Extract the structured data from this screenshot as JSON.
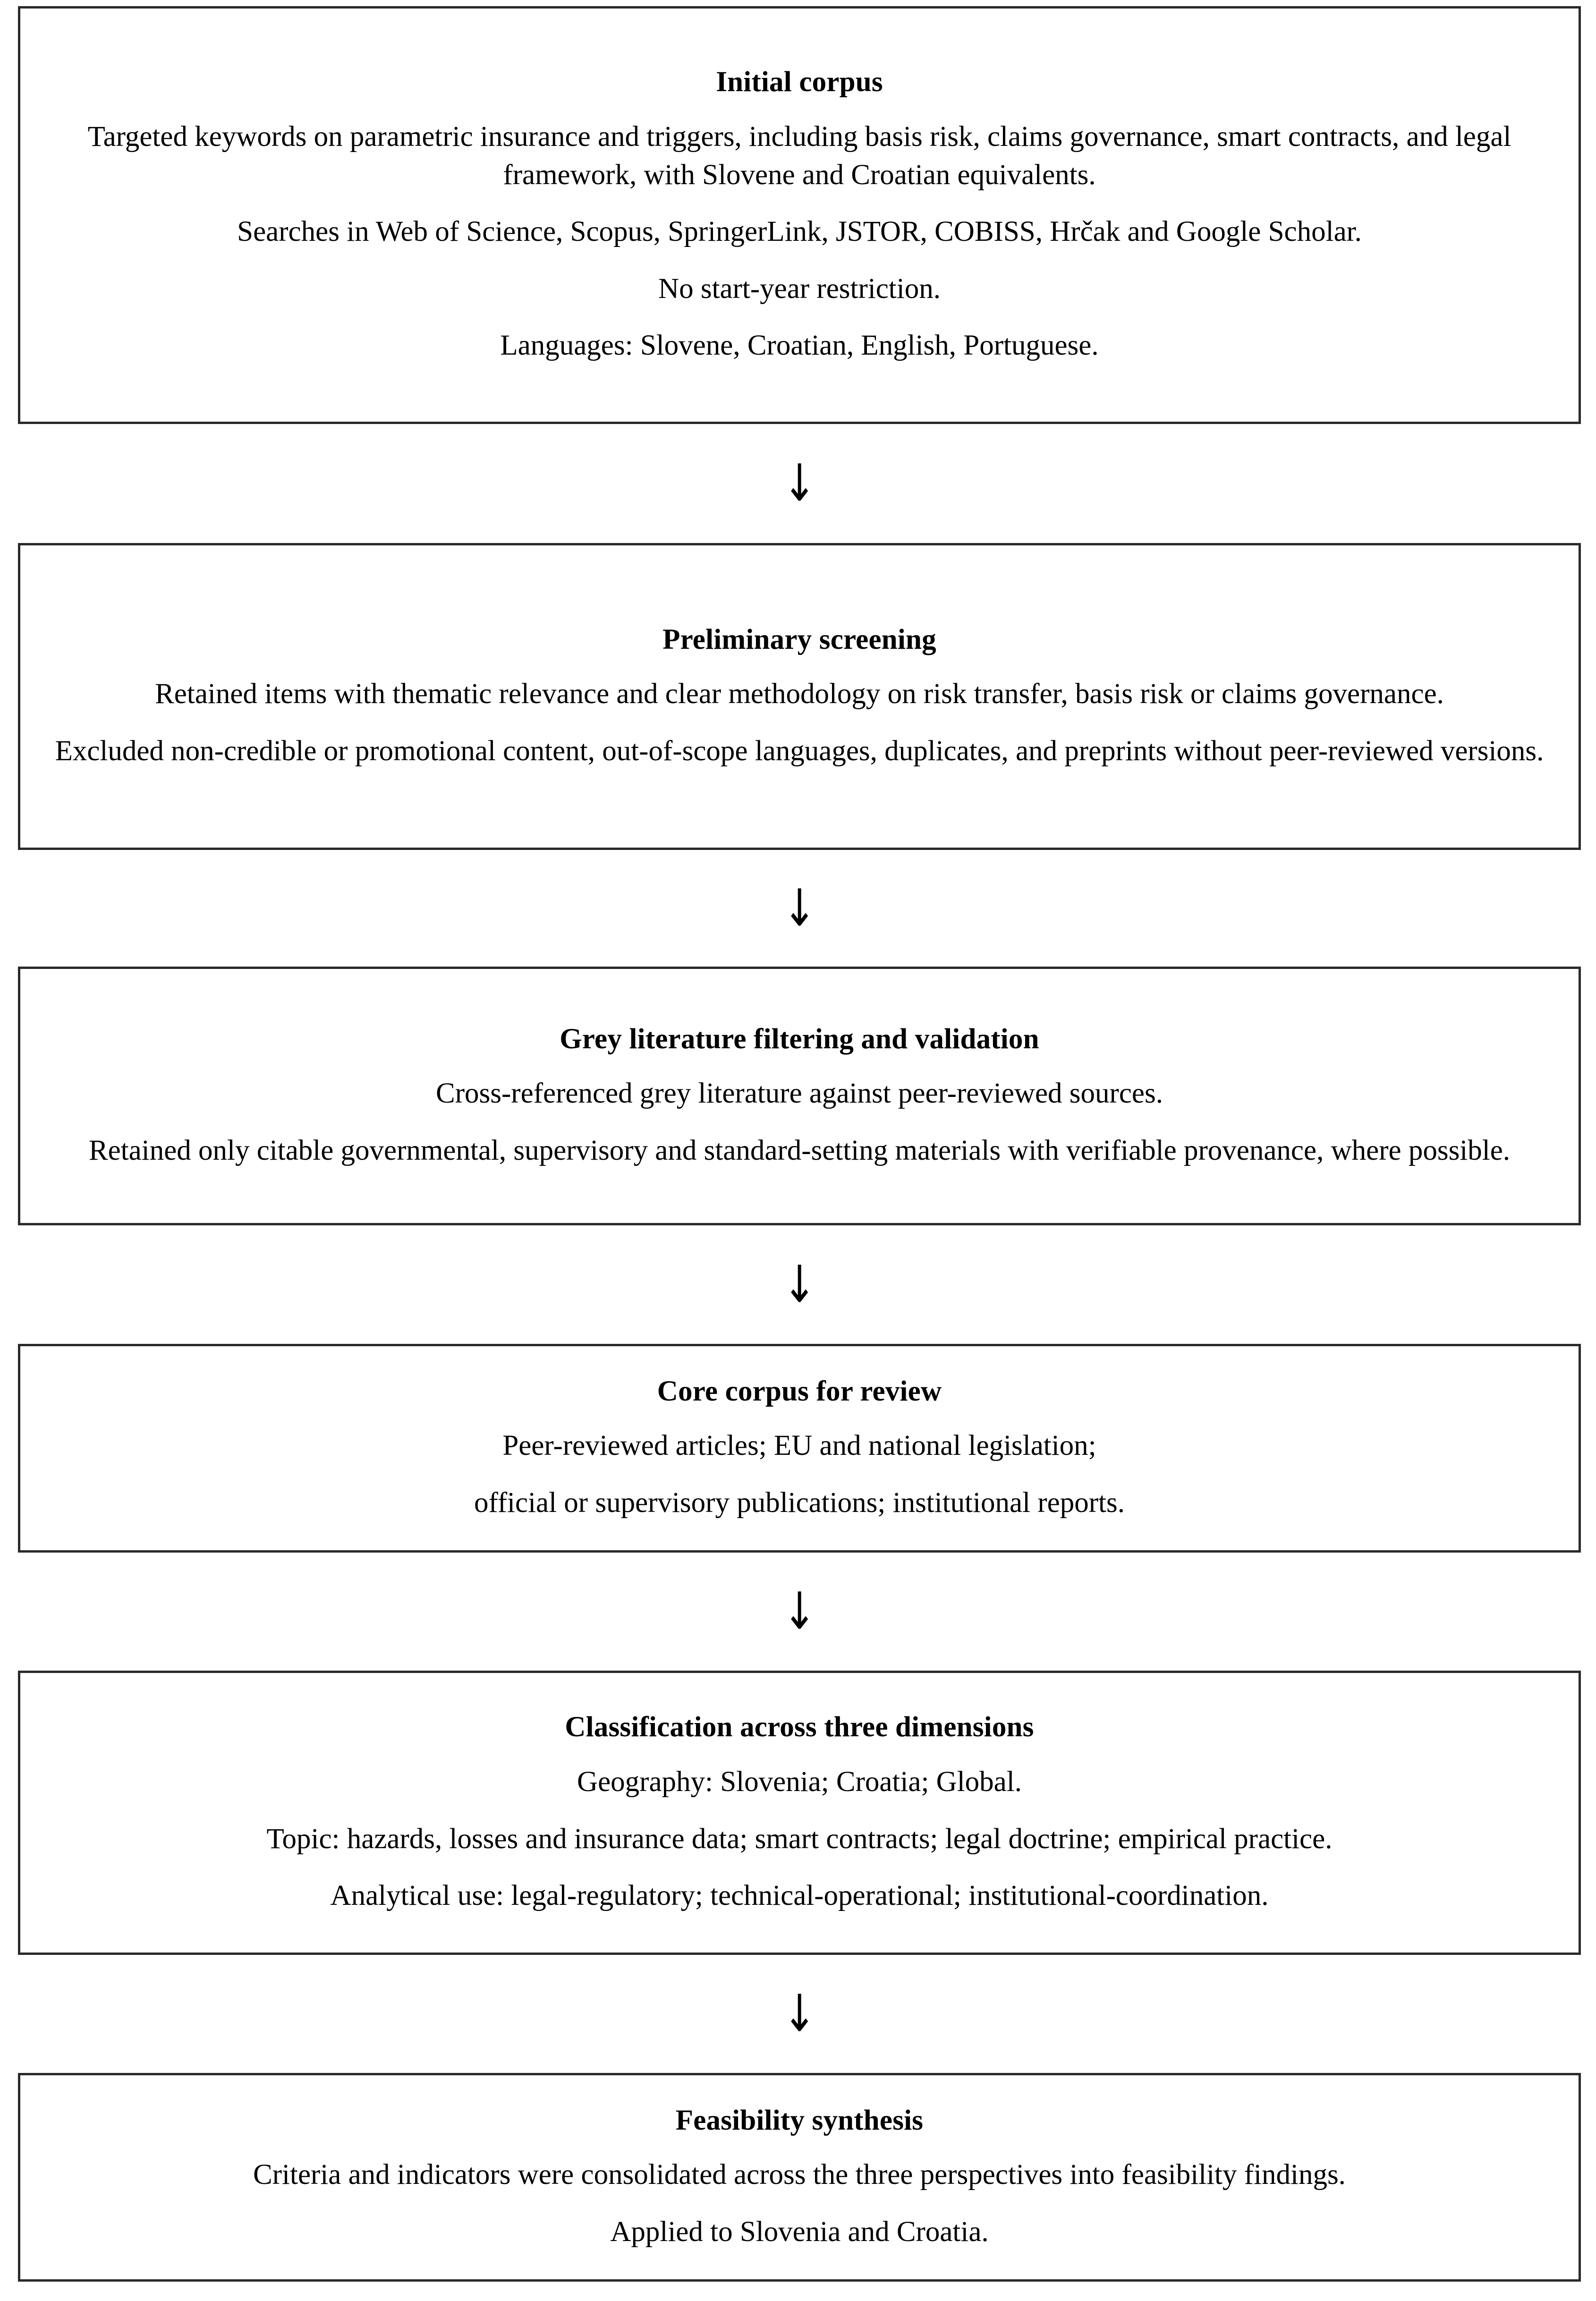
{
  "diagram": {
    "type": "flowchart",
    "orientation": "vertical",
    "arrow_glyph": "↓",
    "box_border_color": "#2a2a2a",
    "background_color": "#ffffff",
    "text_color": "#000000",
    "stages": [
      {
        "title": "Initial corpus",
        "lines": [
          "Targeted keywords on parametric insurance and triggers, including basis risk, claims governance, smart contracts, and legal framework, with Slovene and Croatian equivalents.",
          "Searches in Web of Science, Scopus, SpringerLink, JSTOR, COBISS, Hrčak and Google Scholar.",
          "No start-year restriction.",
          "Languages: Slovene, Croatian, English, Portuguese."
        ]
      },
      {
        "title": "Preliminary screening",
        "lines": [
          "Retained items with thematic relevance and clear methodology on risk transfer, basis risk or claims governance.",
          "Excluded non-credible or promotional content, out-of-scope languages, duplicates, and preprints without peer-reviewed versions."
        ]
      },
      {
        "title": "Grey literature filtering and validation",
        "lines": [
          "Cross-referenced grey literature against peer-reviewed sources.",
          "Retained only citable governmental, supervisory and standard-setting materials with verifiable provenance, where possible."
        ]
      },
      {
        "title": "Core corpus for review",
        "lines": [
          "Peer-reviewed articles; EU and national legislation;",
          "official or supervisory publications; institutional reports."
        ]
      },
      {
        "title": "Classification across three dimensions",
        "lines": [
          "Geography: Slovenia; Croatia; Global.",
          "Topic: hazards, losses and insurance data; smart contracts; legal doctrine; empirical practice.",
          "Analytical use: legal-regulatory; technical-operational; institutional-coordination."
        ]
      },
      {
        "title": "Feasibility synthesis",
        "lines": [
          "Criteria and indicators were consolidated across the three perspectives into feasibility findings.",
          "Applied to Slovenia and Croatia."
        ]
      }
    ]
  }
}
